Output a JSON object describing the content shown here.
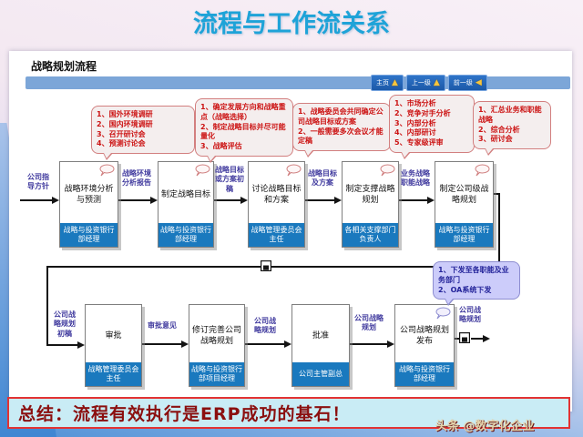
{
  "page": {
    "title": "流程与工作流关系",
    "summary": "总结：流程有效执行是ERP成功的基石！",
    "watermark": "头条 @数字化企业"
  },
  "panel": {
    "heading": "战略规划流程",
    "nav": {
      "home": "主页",
      "up": "上一级",
      "prev": "前一级",
      "up_icon": "▲",
      "left_icon": "◀"
    }
  },
  "callouts": {
    "c1": "1、国外环境调研\n2、国内环境调研\n3、召开研讨会\n4、预测讨论会",
    "c2": "1、确定发展方向和战略重点（战略选择）\n2、制定战略目标并尽可能量化\n3、战略评估",
    "c3": "1、战略委员会共同确定公司战略目标或方案\n2、一般需要多次会议才能定稿",
    "c4": "1、市场分析\n2、竞争对手分析\n3、内部分析\n4、内部研讨\n5、专家级评审",
    "c5": "1、汇总业务和职能战略\n2、综合分析\n3、研讨会",
    "c6": "1、下发至各职能及业务部门\n2、OA系统下发"
  },
  "top_row": [
    {
      "label": "战略环境分析与预测",
      "role": "战略与投资银行部经理"
    },
    {
      "label": "制定战略目标",
      "role": "战略与投资银行部经理"
    },
    {
      "label": "讨论战略目标和方案",
      "role": "战略管理委员会主任"
    },
    {
      "label": "制定支撑战略规划",
      "role": "各相关支撑部门负责人"
    },
    {
      "label": "制定公司级战略规划",
      "role": "战略与投资银行部经理"
    }
  ],
  "bottom_row": [
    {
      "label": "审批",
      "role": "战略管理委员会主任"
    },
    {
      "label": "修订完善公司战略规划",
      "role": "战略与投资银行部项目经理"
    },
    {
      "label": "批准",
      "role": "公司主管副总"
    },
    {
      "label": "公司战略规划发布",
      "role": "战略与投资银行部经理"
    }
  ],
  "flow_labels": {
    "input": "公司指\n导方针",
    "t1": "战略环境\n分析报告",
    "t2": "战略目标\n或方案初\n稿",
    "t3": "战略目标\n及方案",
    "t4": "业务战略\n职能战略",
    "b_input": "公司战\n略规划\n初稿",
    "b1": "审批意见",
    "b2": "公司战\n略规划",
    "b3": "公司战略\n规划",
    "output": "公司战\n略规划"
  },
  "icons": {
    "comment_bubble": "speech-bubble",
    "document_line": "document-disk",
    "document_out": "document-disk"
  },
  "colors": {
    "title": "#1ea3d8",
    "role_bar": "#1a79be",
    "toolbar": "#7ca6d8",
    "nav_button": "#1c59a8",
    "callout_border": "#d27f7f",
    "callout_text": "#cc1414",
    "purple_callout_bg": "#ccccfa",
    "banner_border": "#e23333",
    "banner_bg": "#c9ecf5",
    "banner_text": "#8b0f0f",
    "flow_label": "#403a9e"
  }
}
